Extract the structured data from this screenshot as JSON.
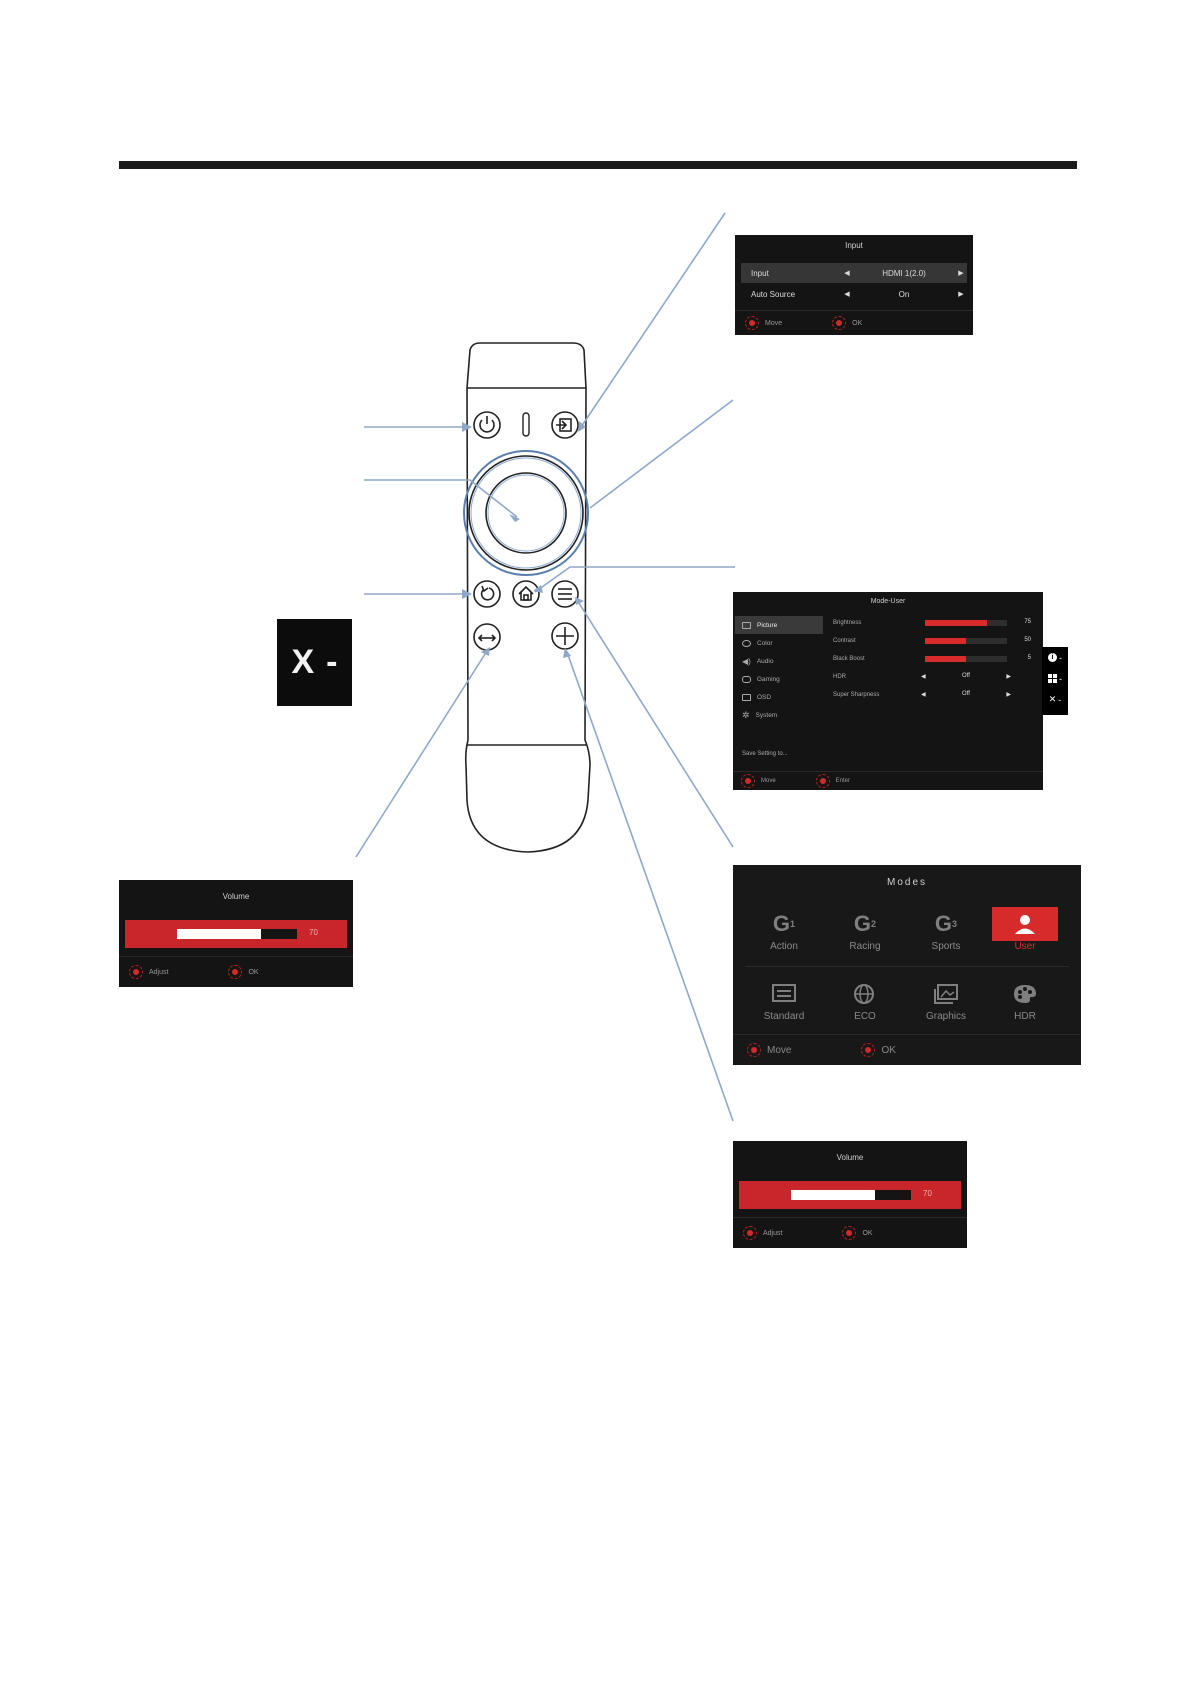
{
  "input_osd": {
    "title": "Input",
    "rows": [
      {
        "label": "Input",
        "value": "HDMI 1(2.0)"
      },
      {
        "label": "Auto Source",
        "value": "On"
      }
    ],
    "footer": {
      "left": "Move",
      "right": "OK"
    }
  },
  "mode_user_osd": {
    "title": "Mode-User",
    "menu": [
      "Picture",
      "Color",
      "Audio",
      "Gaming",
      "OSD",
      "System"
    ],
    "selected_menu": "Picture",
    "settings": [
      {
        "label": "Brightness",
        "value": "75",
        "level": 0.75
      },
      {
        "label": "Contrast",
        "value": "50",
        "level": 0.5
      },
      {
        "label": "Black Boost",
        "value": "5",
        "level": 0.5
      },
      {
        "label": "HDR",
        "value": "Off"
      },
      {
        "label": "Super Sharpness",
        "value": "Off"
      }
    ],
    "save_label": "Save Setting to...",
    "footer": {
      "left": "Move",
      "right": "Enter"
    }
  },
  "hotkey_bar": {
    "items": [
      "-",
      "-",
      "-"
    ]
  },
  "modes_osd": {
    "title": "Modes",
    "modes": [
      {
        "icon": "G1",
        "label": "Action"
      },
      {
        "icon": "G2",
        "label": "Racing"
      },
      {
        "icon": "G3",
        "label": "Sports"
      },
      {
        "icon": "user-icon",
        "label": "User",
        "selected": true
      },
      {
        "icon": "standard-icon",
        "label": "Standard"
      },
      {
        "icon": "eco-icon",
        "label": "ECO"
      },
      {
        "icon": "graphics-icon",
        "label": "Graphics"
      },
      {
        "icon": "hdr-icon",
        "label": "HDR"
      }
    ],
    "footer": {
      "left": "Move",
      "right": "OK"
    }
  },
  "volume_osd_left": {
    "title": "Volume",
    "value": "70",
    "level": 0.7,
    "footer": {
      "left": "Adjust",
      "right": "OK"
    }
  },
  "volume_osd_right": {
    "title": "Volume",
    "value": "70",
    "level": 0.7,
    "footer": {
      "left": "Adjust",
      "right": "OK"
    }
  },
  "x_hotkey": {
    "symbol": "X",
    "dash": "-"
  },
  "colors": {
    "accent": "#d72b2b",
    "osd_bg": "#141414",
    "leader_line": "#8fa8c8"
  }
}
